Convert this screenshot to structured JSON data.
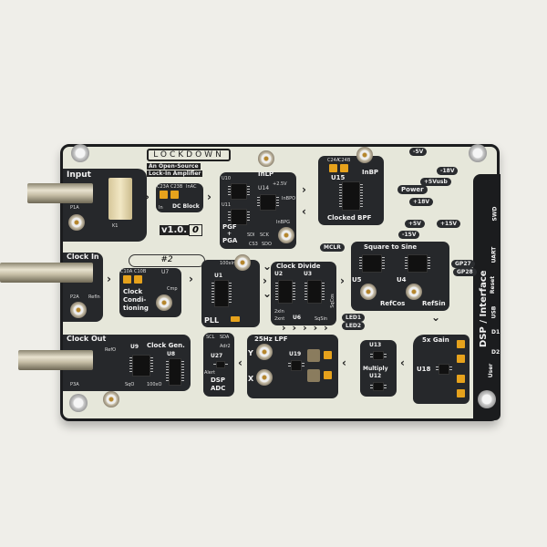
{
  "board": {
    "title": "LOCKDOWN",
    "subtitle_line1": "An Open-Source",
    "subtitle_line2": "Lock-In Amplifier",
    "version": "v1.0.",
    "version_suffix": "0",
    "serial_handwritten": "#2"
  },
  "sections": {
    "input": "Input",
    "k1": "K1",
    "p1a": "P1A",
    "dc_block": "DC Block",
    "c23a": "C23A",
    "c23b": "C23B",
    "inac": "InAC",
    "in": "In",
    "pgf": "PGF",
    "plus": "+",
    "pga": "PGA",
    "u10": "U10",
    "u11": "U11",
    "u14": "U14",
    "inlp": "InLP",
    "v25": "+2.5V",
    "inbpo": "InBPO",
    "inbpg": "InBPG",
    "sdi": "SDI",
    "sck": "SCK",
    "cs3": "CS3",
    "sdo": "SDO",
    "clocked_bpf": "Clocked BPF",
    "u15": "U15",
    "inbp": "InBP",
    "c24a": "C24A",
    "c24b": "C24B",
    "power": "Power",
    "rails": [
      "-5V",
      "-18V",
      "+5Vusb",
      "+18V",
      "+5V",
      "+15V",
      "-15V"
    ],
    "mclr": "MCLR",
    "square_to_sine": "Square to Sine",
    "u5": "U5",
    "u4": "U4",
    "refcos": "RefCos",
    "refsin": "RefSin",
    "gp27": "GP27",
    "gp28": "GP28",
    "dsp_interface": "DSP / Interface",
    "swd": "SWD",
    "uart": "UART",
    "reset": "Reset",
    "usb": "USB",
    "user": "User",
    "d1": "D1",
    "d2": "D2",
    "clock_in": "Clock In",
    "p2a": "P2A",
    "refin": "RefIn",
    "clock_conditioning_1": "Clock",
    "clock_conditioning_2": "Condi-",
    "clock_conditioning_3": "tioning",
    "u7": "U7",
    "cmp": "Cmp",
    "c10a": "C10A",
    "c10b": "C10B",
    "pll": "PLL",
    "u1": "U1",
    "x100": "100xIn",
    "clock_divide": "Clock Divide",
    "u2": "U2",
    "u3": "U3",
    "u6": "U6",
    "sqcos": "SqCos",
    "sqsin": "SqSin",
    "x2in": "2xIn",
    "x2ext": "2xnt",
    "led1": "LED1",
    "led2": "LED2",
    "clock_out": "Clock Out",
    "p3a": "P3A",
    "refo": "RefO",
    "clock_gen": "Clock Gen.",
    "u9": "U9",
    "u8": "U8",
    "sqo": "SqO",
    "x100o": "100xO",
    "dsp_adc_1": "DSP",
    "dsp_adc_2": "ADC",
    "u27": "U27",
    "scl": "SCL",
    "sda": "SDA",
    "alert": "Alert",
    "addr": "Adr2",
    "lpf": "25Hz LPF",
    "u19": "U19",
    "y": "Y",
    "x": "X",
    "multiply": "Multiply",
    "u13": "U13",
    "u12": "U12",
    "gain": "5x Gain",
    "u18": "U18"
  }
}
